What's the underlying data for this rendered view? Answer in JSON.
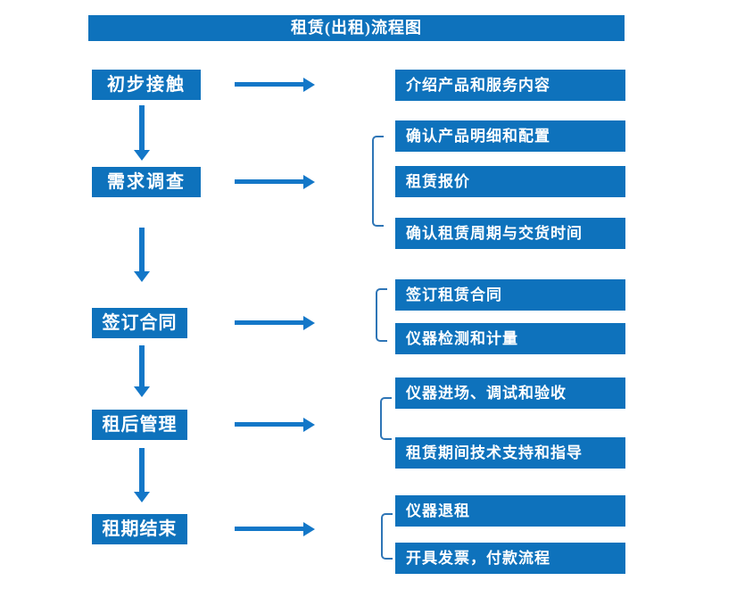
{
  "title": "租赁(出租)流程图",
  "colors": {
    "box": "#0E72BC",
    "arrow": "#1377C8",
    "bracket": "#2E75B6",
    "text": "#FFFFFF",
    "background": "#FFFFFF"
  },
  "stages": [
    {
      "label": "初步接触",
      "outputs": [
        "介绍产品和服务内容"
      ]
    },
    {
      "label": "需求调查",
      "outputs": [
        "确认产品明细和配置",
        "租赁报价",
        "确认租赁周期与交货时间"
      ]
    },
    {
      "label": "签订合同",
      "outputs": [
        "签订租赁合同",
        "仪器检测和计量"
      ]
    },
    {
      "label": "租后管理",
      "outputs": [
        "仪器进场、调试和验收",
        "租赁期间技术支持和指导"
      ]
    },
    {
      "label": "租期结束",
      "outputs": [
        "仪器退租",
        "开具发票，付款流程"
      ]
    }
  ]
}
